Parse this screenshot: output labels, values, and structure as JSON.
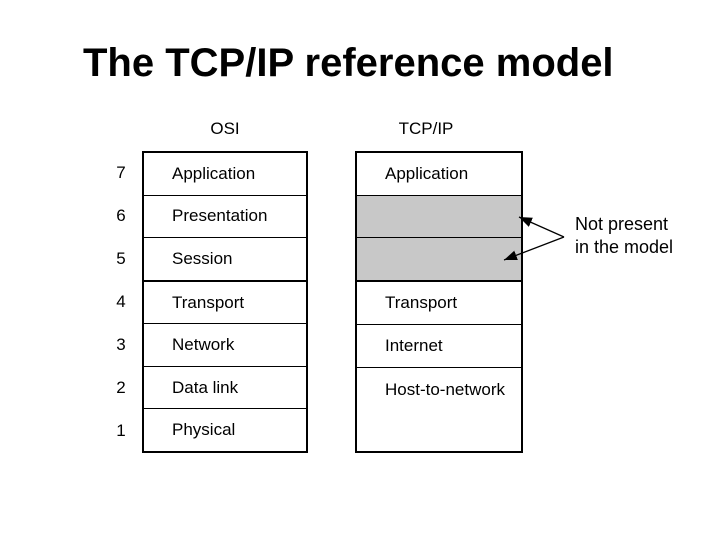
{
  "slide": {
    "title": "The TCP/IP reference model"
  },
  "diagram": {
    "osi": {
      "header": "OSI",
      "layers": [
        {
          "number": "7",
          "label": "Application"
        },
        {
          "number": "6",
          "label": "Presentation"
        },
        {
          "number": "5",
          "label": "Session"
        },
        {
          "number": "4",
          "label": "Transport"
        },
        {
          "number": "3",
          "label": "Network"
        },
        {
          "number": "2",
          "label": "Data link"
        },
        {
          "number": "1",
          "label": "Physical"
        }
      ]
    },
    "tcpip": {
      "header": "TCP/IP",
      "layers": [
        {
          "label": "Application",
          "shaded": false
        },
        {
          "label": "",
          "shaded": true
        },
        {
          "label": "",
          "shaded": true
        },
        {
          "label": "Transport",
          "shaded": false
        },
        {
          "label": "Internet",
          "shaded": false
        },
        {
          "label": "Host-to-network",
          "shaded": false
        }
      ]
    },
    "annotation": {
      "line1": "Not present",
      "line2": "in the model"
    },
    "colors": {
      "shaded_row": "#c8c8c8",
      "line_color": "#000000",
      "background": "#ffffff",
      "text": "#000000"
    }
  }
}
